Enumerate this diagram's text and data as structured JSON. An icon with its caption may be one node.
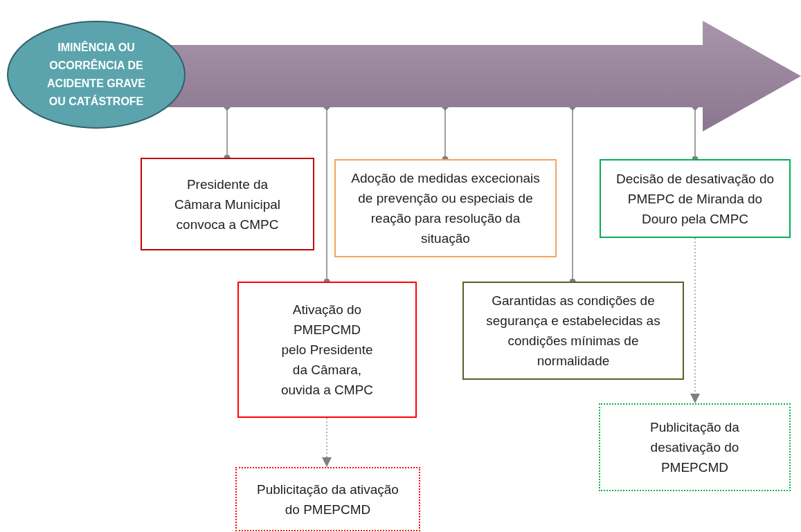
{
  "diagram": {
    "nodes": [
      {
        "text": [
          "IMINÊNCIA OU OCORRÊNCIA DE ACIDENTE GRAVE OU CATÁSTROFE"
        ]
      },
      {
        "text": [],
        "shape": "arrow"
      },
      {
        "text": [
          "Presidente da Câmara Municipal convoca a CMPC"
        ]
      },
      {
        "text": [
          "Adoção de medidas excecionais de prevenção ou especiais de reação para resolução da situação"
        ]
      },
      {
        "text": [
          "Decisão de desativação do PMEPC de Miranda do Douro pela CMPC"
        ]
      },
      {
        "text": [
          "Ativação do PMEPCMD pelo Presidente da Câmara, ouvida a CMPC"
        ]
      },
      {
        "text": [
          "Garantidas as condições de segurança e estabelecidas as condições mínimas de normalidade"
        ]
      },
      {
        "text": [
          "Publicitação da desativação do PMEPCMD"
        ]
      },
      {
        "text": [
          "Publicitação da ativação do PMEPCMD"
        ]
      }
    ],
    "edges": [
      {
        "from": 1,
        "to": 2,
        "arrow": "other"
      },
      {
        "from": 1,
        "to": 5,
        "arrow": "other"
      },
      {
        "from": 1,
        "to": 3,
        "arrow": "other"
      },
      {
        "from": 1,
        "to": 6,
        "arrow": "other"
      },
      {
        "from": 1,
        "to": 4,
        "arrow": "other"
      },
      {
        "from": 5,
        "to": 8,
        "arrow": "to",
        "style": "dashed"
      },
      {
        "from": 4,
        "to": 7,
        "arrow": "to",
        "style": "dashed"
      }
    ]
  }
}
